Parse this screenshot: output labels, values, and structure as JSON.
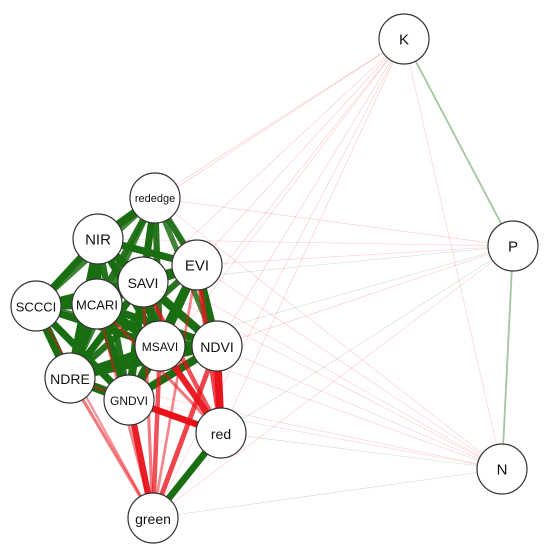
{
  "colors": {
    "positive": "#1a6e12",
    "negative": "#e8121a",
    "node_fill": "#ffffff",
    "node_stroke": "#333333"
  },
  "nodes": [
    {
      "id": "K",
      "label": "K"
    },
    {
      "id": "P",
      "label": "P"
    },
    {
      "id": "N",
      "label": "N"
    },
    {
      "id": "rededge",
      "label": "rededge"
    },
    {
      "id": "NIR",
      "label": "NIR"
    },
    {
      "id": "SAVI",
      "label": "SAVI"
    },
    {
      "id": "EVI",
      "label": "EVI"
    },
    {
      "id": "SCCCI",
      "label": "SCCCI"
    },
    {
      "id": "MCARI",
      "label": "MCARI"
    },
    {
      "id": "MSAVI",
      "label": "MSAVI"
    },
    {
      "id": "NDVI",
      "label": "NDVI"
    },
    {
      "id": "NDRE",
      "label": "NDRE"
    },
    {
      "id": "GNDVI",
      "label": "GNDVI"
    },
    {
      "id": "red",
      "label": "red"
    },
    {
      "id": "green",
      "label": "green"
    }
  ],
  "edges": [
    {
      "source": "rededge",
      "target": "NIR",
      "sign": "positive",
      "strength": 0.9
    },
    {
      "source": "rededge",
      "target": "SAVI",
      "sign": "positive",
      "strength": 0.8
    },
    {
      "source": "rededge",
      "target": "EVI",
      "sign": "positive",
      "strength": 0.7
    },
    {
      "source": "rededge",
      "target": "SCCCI",
      "sign": "positive",
      "strength": 0.6
    },
    {
      "source": "rededge",
      "target": "MCARI",
      "sign": "positive",
      "strength": 0.7
    },
    {
      "source": "rededge",
      "target": "MSAVI",
      "sign": "positive",
      "strength": 0.7
    },
    {
      "source": "rededge",
      "target": "NDVI",
      "sign": "positive",
      "strength": 0.6
    },
    {
      "source": "rededge",
      "target": "NDRE",
      "sign": "positive",
      "strength": 0.6
    },
    {
      "source": "rededge",
      "target": "GNDVI",
      "sign": "positive",
      "strength": 0.5
    },
    {
      "source": "NIR",
      "target": "SAVI",
      "sign": "positive",
      "strength": 0.9
    },
    {
      "source": "NIR",
      "target": "EVI",
      "sign": "positive",
      "strength": 0.8
    },
    {
      "source": "NIR",
      "target": "SCCCI",
      "sign": "positive",
      "strength": 0.8
    },
    {
      "source": "NIR",
      "target": "MCARI",
      "sign": "positive",
      "strength": 0.9
    },
    {
      "source": "NIR",
      "target": "MSAVI",
      "sign": "positive",
      "strength": 0.8
    },
    {
      "source": "NIR",
      "target": "NDVI",
      "sign": "positive",
      "strength": 0.7
    },
    {
      "source": "NIR",
      "target": "NDRE",
      "sign": "positive",
      "strength": 0.8
    },
    {
      "source": "NIR",
      "target": "GNDVI",
      "sign": "positive",
      "strength": 0.7
    },
    {
      "source": "SAVI",
      "target": "EVI",
      "sign": "positive",
      "strength": 1.0
    },
    {
      "source": "SAVI",
      "target": "SCCCI",
      "sign": "positive",
      "strength": 0.8
    },
    {
      "source": "SAVI",
      "target": "MCARI",
      "sign": "positive",
      "strength": 1.0
    },
    {
      "source": "SAVI",
      "target": "MSAVI",
      "sign": "positive",
      "strength": 1.0
    },
    {
      "source": "SAVI",
      "target": "NDVI",
      "sign": "positive",
      "strength": 0.9
    },
    {
      "source": "SAVI",
      "target": "NDRE",
      "sign": "positive",
      "strength": 0.8
    },
    {
      "source": "SAVI",
      "target": "GNDVI",
      "sign": "positive",
      "strength": 0.9
    },
    {
      "source": "EVI",
      "target": "SCCCI",
      "sign": "positive",
      "strength": 0.7
    },
    {
      "source": "EVI",
      "target": "MCARI",
      "sign": "positive",
      "strength": 0.9
    },
    {
      "source": "EVI",
      "target": "MSAVI",
      "sign": "positive",
      "strength": 1.0
    },
    {
      "source": "EVI",
      "target": "NDVI",
      "sign": "positive",
      "strength": 0.9
    },
    {
      "source": "EVI",
      "target": "NDRE",
      "sign": "positive",
      "strength": 0.7
    },
    {
      "source": "EVI",
      "target": "GNDVI",
      "sign": "positive",
      "strength": 0.8
    },
    {
      "source": "SCCCI",
      "target": "MCARI",
      "sign": "positive",
      "strength": 1.0
    },
    {
      "source": "SCCCI",
      "target": "MSAVI",
      "sign": "positive",
      "strength": 0.8
    },
    {
      "source": "SCCCI",
      "target": "NDVI",
      "sign": "positive",
      "strength": 0.6
    },
    {
      "source": "SCCCI",
      "target": "NDRE",
      "sign": "positive",
      "strength": 1.0
    },
    {
      "source": "SCCCI",
      "target": "GNDVI",
      "sign": "positive",
      "strength": 0.8
    },
    {
      "source": "MCARI",
      "target": "MSAVI",
      "sign": "positive",
      "strength": 1.0
    },
    {
      "source": "MCARI",
      "target": "NDVI",
      "sign": "positive",
      "strength": 0.8
    },
    {
      "source": "MCARI",
      "target": "NDRE",
      "sign": "positive",
      "strength": 1.0
    },
    {
      "source": "MCARI",
      "target": "GNDVI",
      "sign": "positive",
      "strength": 0.9
    },
    {
      "source": "MSAVI",
      "target": "NDVI",
      "sign": "positive",
      "strength": 1.0
    },
    {
      "source": "MSAVI",
      "target": "NDRE",
      "sign": "positive",
      "strength": 0.9
    },
    {
      "source": "MSAVI",
      "target": "GNDVI",
      "sign": "positive",
      "strength": 1.0
    },
    {
      "source": "NDVI",
      "target": "NDRE",
      "sign": "positive",
      "strength": 0.8
    },
    {
      "source": "NDVI",
      "target": "GNDVI",
      "sign": "positive",
      "strength": 0.9
    },
    {
      "source": "NDRE",
      "target": "GNDVI",
      "sign": "positive",
      "strength": 1.0
    },
    {
      "source": "red",
      "target": "green",
      "sign": "positive",
      "strength": 0.75
    },
    {
      "source": "red",
      "target": "NDVI",
      "sign": "negative",
      "strength": 0.85
    },
    {
      "source": "red",
      "target": "MSAVI",
      "sign": "negative",
      "strength": 0.7
    },
    {
      "source": "red",
      "target": "SAVI",
      "sign": "negative",
      "strength": 0.5
    },
    {
      "source": "red",
      "target": "EVI",
      "sign": "negative",
      "strength": 0.55
    },
    {
      "source": "red",
      "target": "GNDVI",
      "sign": "negative",
      "strength": 0.75
    },
    {
      "source": "red",
      "target": "MCARI",
      "sign": "negative",
      "strength": 0.35
    },
    {
      "source": "red",
      "target": "NDRE",
      "sign": "negative",
      "strength": 0.3
    },
    {
      "source": "green",
      "target": "GNDVI",
      "sign": "negative",
      "strength": 0.7
    },
    {
      "source": "green",
      "target": "NDVI",
      "sign": "negative",
      "strength": 0.55
    },
    {
      "source": "green",
      "target": "MSAVI",
      "sign": "negative",
      "strength": 0.5
    },
    {
      "source": "green",
      "target": "NDRE",
      "sign": "negative",
      "strength": 0.35
    },
    {
      "source": "green",
      "target": "SAVI",
      "sign": "negative",
      "strength": 0.35
    },
    {
      "source": "green",
      "target": "MCARI",
      "sign": "negative",
      "strength": 0.3
    },
    {
      "source": "green",
      "target": "SCCCI",
      "sign": "negative",
      "strength": 0.25
    },
    {
      "source": "green",
      "target": "EVI",
      "sign": "negative",
      "strength": 0.3
    },
    {
      "source": "K",
      "target": "P",
      "sign": "positive",
      "strength": 0.2
    },
    {
      "source": "P",
      "target": "N",
      "sign": "positive",
      "strength": 0.2
    },
    {
      "source": "K",
      "target": "rededge",
      "sign": "negative",
      "strength": 0.06
    },
    {
      "source": "K",
      "target": "NIR",
      "sign": "negative",
      "strength": 0.06
    },
    {
      "source": "K",
      "target": "SAVI",
      "sign": "negative",
      "strength": 0.05
    },
    {
      "source": "K",
      "target": "EVI",
      "sign": "negative",
      "strength": 0.05
    },
    {
      "source": "K",
      "target": "MSAVI",
      "sign": "negative",
      "strength": 0.05
    },
    {
      "source": "K",
      "target": "NDVI",
      "sign": "negative",
      "strength": 0.05
    },
    {
      "source": "K",
      "target": "GNDVI",
      "sign": "negative",
      "strength": 0.04
    },
    {
      "source": "K",
      "target": "red",
      "sign": "negative",
      "strength": 0.05
    },
    {
      "source": "K",
      "target": "green",
      "sign": "negative",
      "strength": 0.04
    },
    {
      "source": "K",
      "target": "N",
      "sign": "negative",
      "strength": 0.03
    },
    {
      "source": "P",
      "target": "rededge",
      "sign": "negative",
      "strength": 0.04
    },
    {
      "source": "P",
      "target": "NIR",
      "sign": "negative",
      "strength": 0.03
    },
    {
      "source": "P",
      "target": "SAVI",
      "sign": "positive",
      "strength": 0.03
    },
    {
      "source": "P",
      "target": "EVI",
      "sign": "negative",
      "strength": 0.04
    },
    {
      "source": "P",
      "target": "MSAVI",
      "sign": "positive",
      "strength": 0.03
    },
    {
      "source": "P",
      "target": "NDVI",
      "sign": "negative",
      "strength": 0.04
    },
    {
      "source": "P",
      "target": "red",
      "sign": "positive",
      "strength": 0.03
    },
    {
      "source": "P",
      "target": "green",
      "sign": "negative",
      "strength": 0.03
    },
    {
      "source": "N",
      "target": "rededge",
      "sign": "negative",
      "strength": 0.03
    },
    {
      "source": "N",
      "target": "NIR",
      "sign": "negative",
      "strength": 0.03
    },
    {
      "source": "N",
      "target": "SAVI",
      "sign": "negative",
      "strength": 0.04
    },
    {
      "source": "N",
      "target": "EVI",
      "sign": "negative",
      "strength": 0.04
    },
    {
      "source": "N",
      "target": "MSAVI",
      "sign": "negative",
      "strength": 0.04
    },
    {
      "source": "N",
      "target": "NDVI",
      "sign": "negative",
      "strength": 0.04
    },
    {
      "source": "N",
      "target": "GNDVI",
      "sign": "negative",
      "strength": 0.03
    },
    {
      "source": "N",
      "target": "NDRE",
      "sign": "negative",
      "strength": 0.03
    },
    {
      "source": "N",
      "target": "red",
      "sign": "positive",
      "strength": 0.05
    },
    {
      "source": "N",
      "target": "green",
      "sign": "positive",
      "strength": 0.04
    }
  ]
}
